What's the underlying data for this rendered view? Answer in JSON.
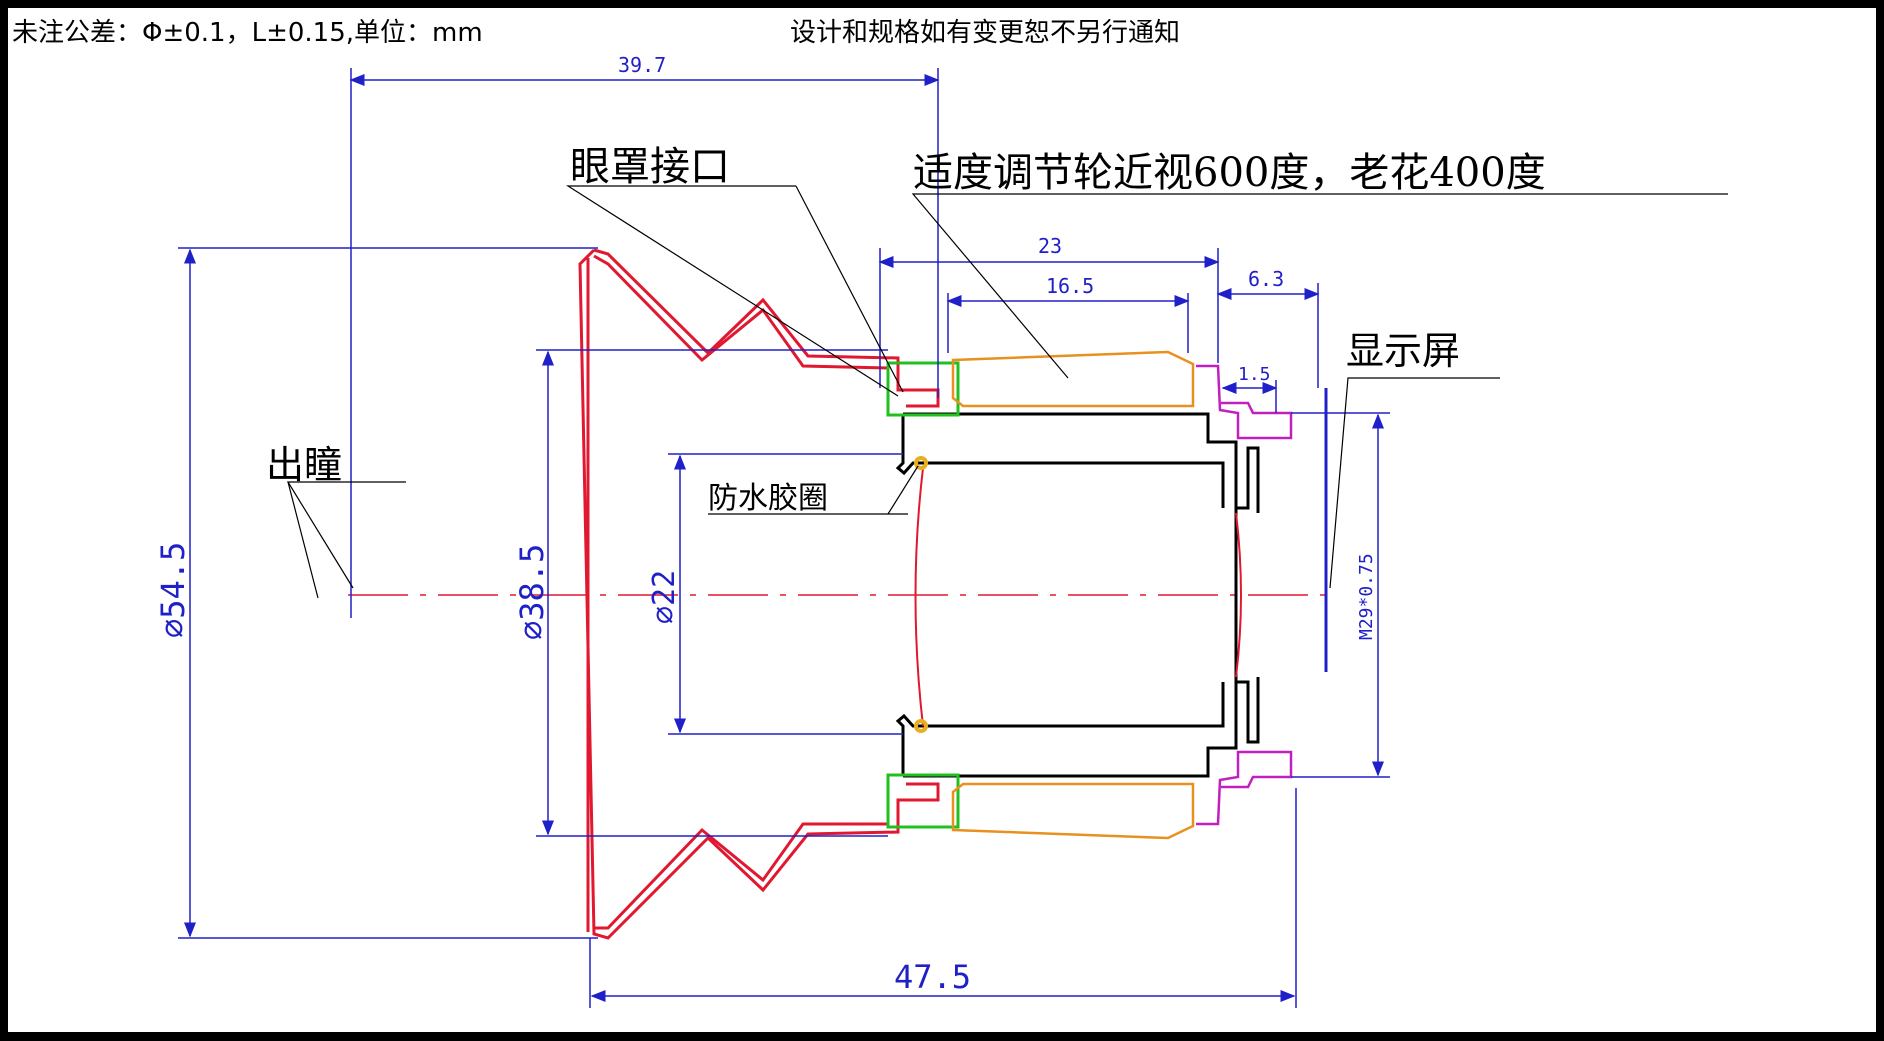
{
  "header": {
    "tolerance_note": "未注公差：Φ±0.1，L±0.15,单位：mm",
    "change_notice": "设计和规格如有变更恕不另行通知"
  },
  "labels": {
    "eye_relief": "出瞳",
    "eyecup_interface": "眼罩接口",
    "adjust_wheel": "适度调节轮近视600度，老花400度",
    "waterproof_ring": "防水胶圈",
    "display": "显示屏"
  },
  "dimensions": {
    "top_length": "39.7",
    "length_23": "23",
    "length_16_5": "16.5",
    "length_6_3": "6.3",
    "length_1_5": "1.5",
    "dia_54_5": "⌀54.5",
    "dia_38_5": "⌀38.5",
    "dia_22": "⌀22",
    "thread": "M29*0.75",
    "total_length": "47.5"
  },
  "colors": {
    "dimension": "#2020c8",
    "eyecup": "#e01830",
    "body": "#000000",
    "wheel": "#e89020",
    "seal": "#20c020",
    "thread": "#c020c0",
    "leader": "#000000"
  }
}
